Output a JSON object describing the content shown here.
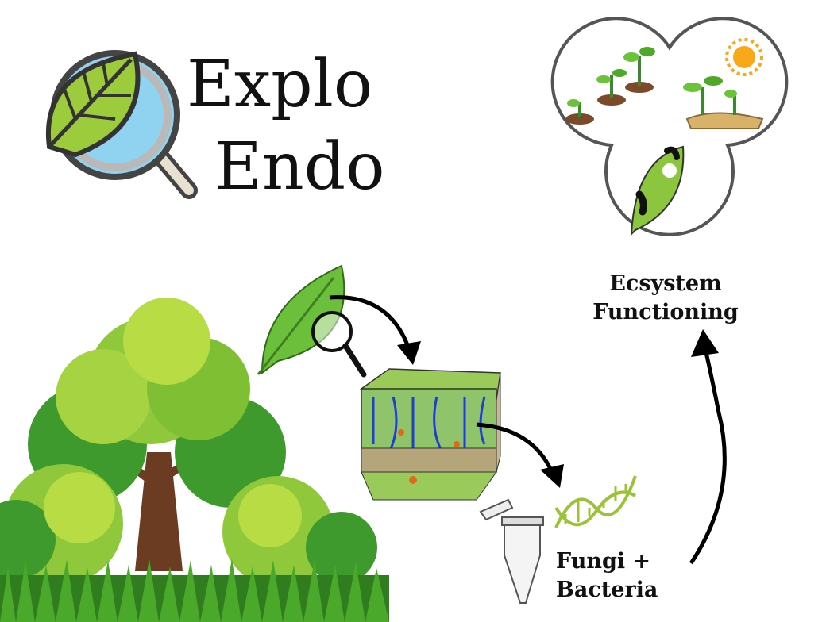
{
  "logo": {
    "line1": "Explo",
    "line2": "Endo"
  },
  "labels": {
    "ecosystem_line1": "Ecsystem",
    "ecosystem_line2": "Functioning",
    "microbes_line1": "Fungi +",
    "microbes_line2": "Bacteria"
  },
  "colors": {
    "leaf": "#8cc63f",
    "dark_green": "#3a8a2a",
    "outline": "#555555",
    "arrow": "#000000",
    "lens": "#8fd3f0"
  }
}
